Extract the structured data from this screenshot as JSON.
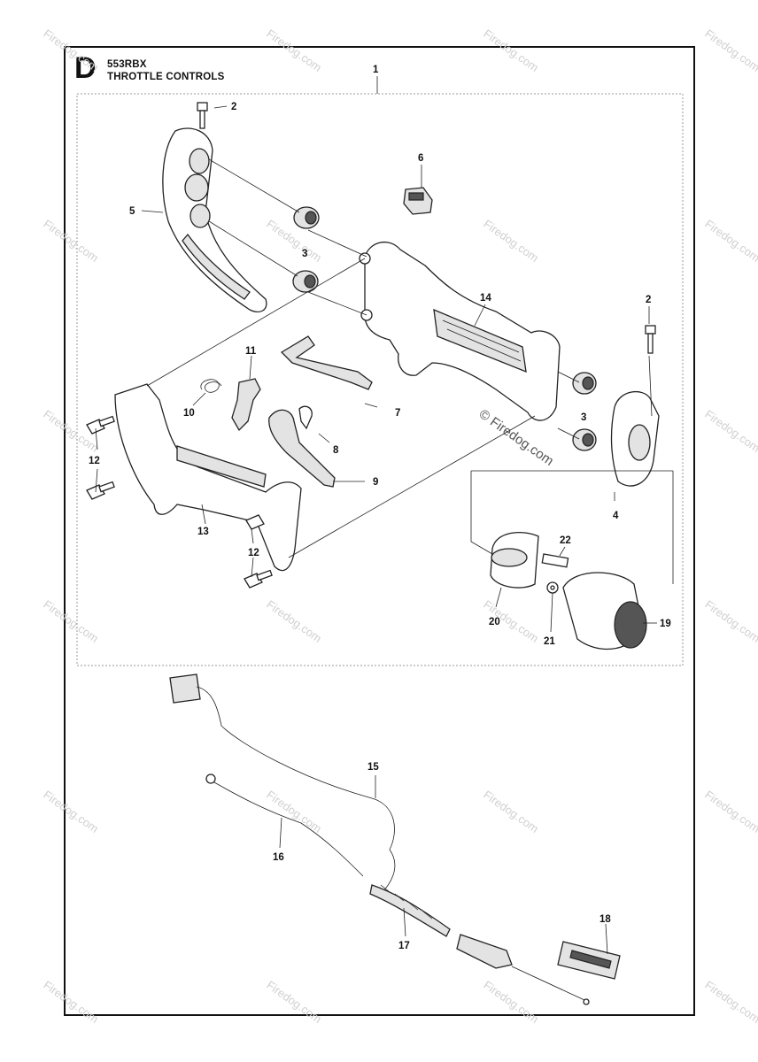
{
  "header": {
    "section_letter": "D",
    "model": "553RBX",
    "title": "THROTTLE CONTROLS"
  },
  "watermark": {
    "text": "Firedog.com",
    "center_text": "© Firedog.com"
  },
  "callouts": [
    {
      "id": "c1",
      "label": "1"
    },
    {
      "id": "c2a",
      "label": "2"
    },
    {
      "id": "c2b",
      "label": "2"
    },
    {
      "id": "c3a",
      "label": "3"
    },
    {
      "id": "c3b",
      "label": "3"
    },
    {
      "id": "c4",
      "label": "4"
    },
    {
      "id": "c5",
      "label": "5"
    },
    {
      "id": "c6",
      "label": "6"
    },
    {
      "id": "c7",
      "label": "7"
    },
    {
      "id": "c8",
      "label": "8"
    },
    {
      "id": "c9",
      "label": "9"
    },
    {
      "id": "c10",
      "label": "10"
    },
    {
      "id": "c11",
      "label": "11"
    },
    {
      "id": "c12a",
      "label": "12"
    },
    {
      "id": "c12b",
      "label": "12"
    },
    {
      "id": "c13",
      "label": "13"
    },
    {
      "id": "c14",
      "label": "14"
    },
    {
      "id": "c15",
      "label": "15"
    },
    {
      "id": "c16",
      "label": "16"
    },
    {
      "id": "c17",
      "label": "17"
    },
    {
      "id": "c18",
      "label": "18"
    },
    {
      "id": "c19",
      "label": "19"
    },
    {
      "id": "c20",
      "label": "20"
    },
    {
      "id": "c21",
      "label": "21"
    },
    {
      "id": "c22",
      "label": "22"
    }
  ]
}
